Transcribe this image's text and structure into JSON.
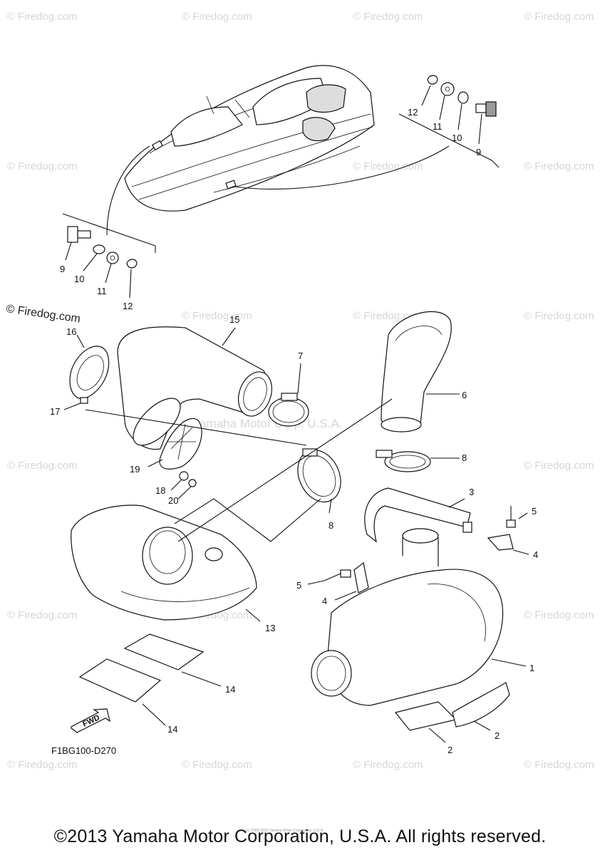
{
  "diagram": {
    "code": "F1BG100-D270",
    "fwd_label": "FWD",
    "center_watermark": "Yamaha Motor Corp, U.S.A.",
    "dark_watermark": "© Firedog.com",
    "watermark": "© Firedog.com",
    "labels": {
      "l1": "1",
      "l2a": "2",
      "l2b": "2",
      "l3": "3",
      "l4a": "4",
      "l4b": "4",
      "l5a": "5",
      "l5b": "5",
      "l6": "6",
      "l7": "7",
      "l8a": "8",
      "l8b": "8",
      "l9a": "9",
      "l9b": "9",
      "l10a": "10",
      "l10b": "10",
      "l11a": "11",
      "l11b": "11",
      "l12a": "12",
      "l12b": "12",
      "l13": "13",
      "l14a": "14",
      "l14b": "14",
      "l15": "15",
      "l16": "16",
      "l17": "17",
      "l18": "18",
      "l19": "19",
      "l20": "20"
    }
  },
  "footer": {
    "copyright": "©2013 Yamaha Motor Corporation, U.S.A. All rights reserved.",
    "fine_print": "(c) 2005-2015 Yamaha Motor Corporation, U.S.A."
  }
}
